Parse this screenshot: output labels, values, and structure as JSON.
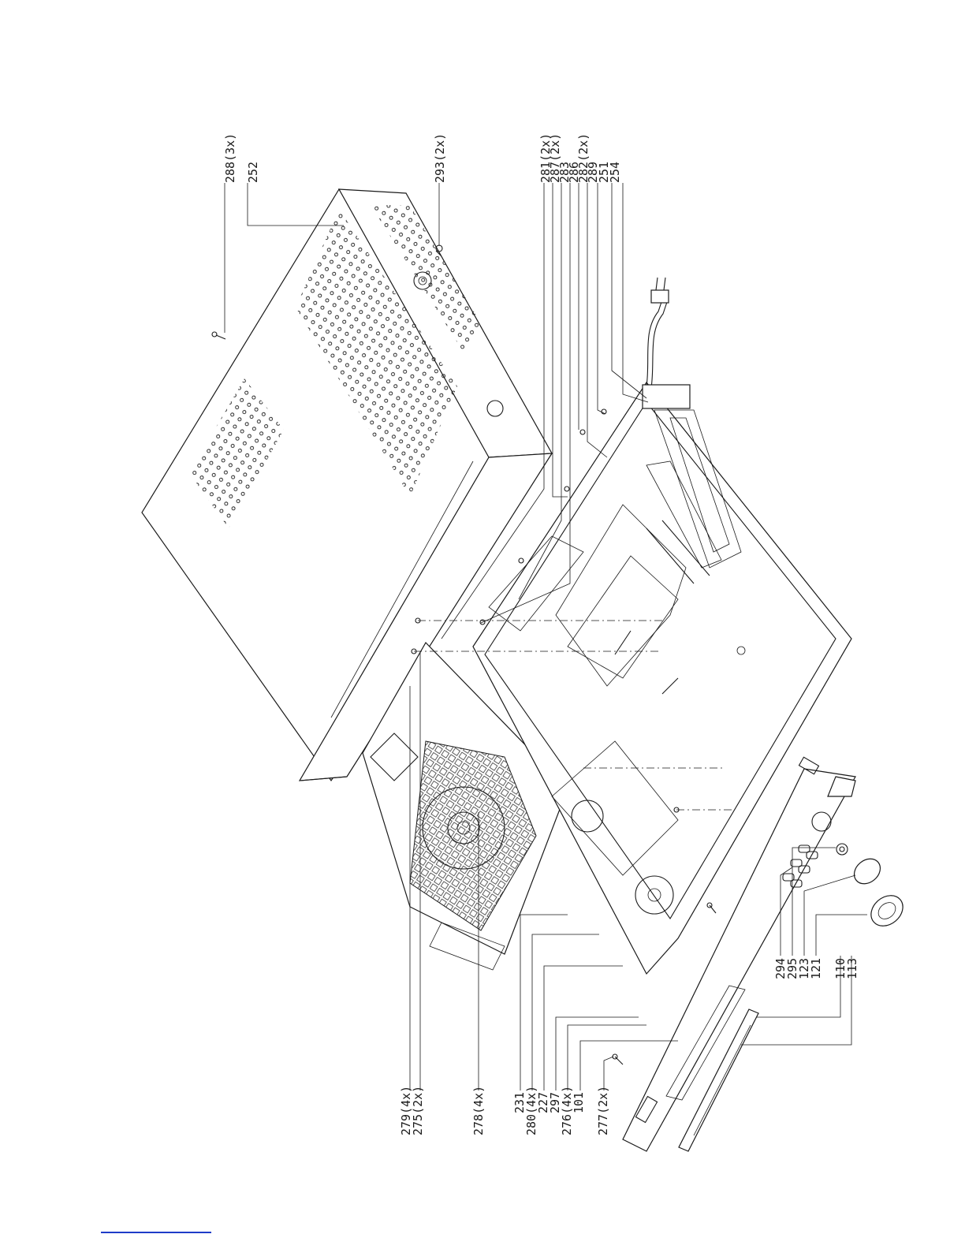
{
  "diagram": {
    "labels_top": [
      "288(3x)",
      "252",
      "293(2x)"
    ],
    "labels_right_top": [
      "281(2x)",
      "287(2x)",
      "283",
      "286",
      "282(2x)",
      "289",
      "251",
      "254"
    ],
    "labels_left": [
      "279(4x)",
      "275(2x)",
      "278(4x)",
      "231",
      "280(4x)",
      "227",
      "297",
      "276(4x)",
      "101",
      "277(2x)"
    ],
    "labels_right_bottom": [
      "294",
      "295",
      "123",
      "121",
      "110",
      "113"
    ]
  },
  "footer": {
    "link_color": "#1f3cc8"
  }
}
